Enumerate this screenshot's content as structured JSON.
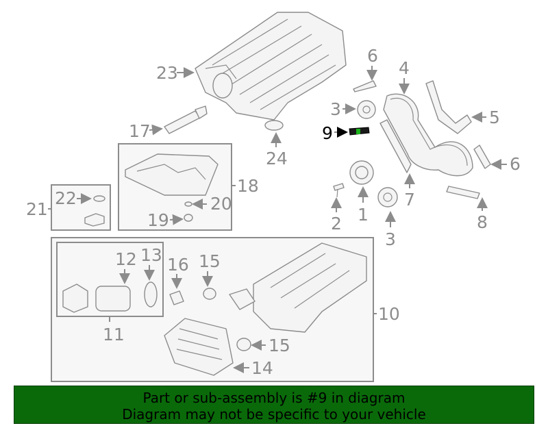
{
  "diagram": {
    "labels": {
      "l1": "1",
      "l2": "2",
      "l3a": "3",
      "l3b": "3",
      "l4": "4",
      "l5": "5",
      "l6a": "6",
      "l6b": "6",
      "l7": "7",
      "l8": "8",
      "l9": "9",
      "l10": "10",
      "l11": "11",
      "l12": "12",
      "l13": "13",
      "l14": "14",
      "l15a": "15",
      "l15b": "15",
      "l16": "16",
      "l17": "17",
      "l18": "18",
      "l19": "19",
      "l20": "20",
      "l21": "21",
      "l22": "22",
      "l23": "23",
      "l24": "24"
    },
    "highlighted_part": "9",
    "colors": {
      "line": "#8c8c8c",
      "highlight": "#000000",
      "banner": "#0a6a0a"
    }
  },
  "footer": {
    "line1": "Part or sub-assembly is #9 in diagram",
    "line2": "Diagram may not be specific to your vehicle"
  }
}
